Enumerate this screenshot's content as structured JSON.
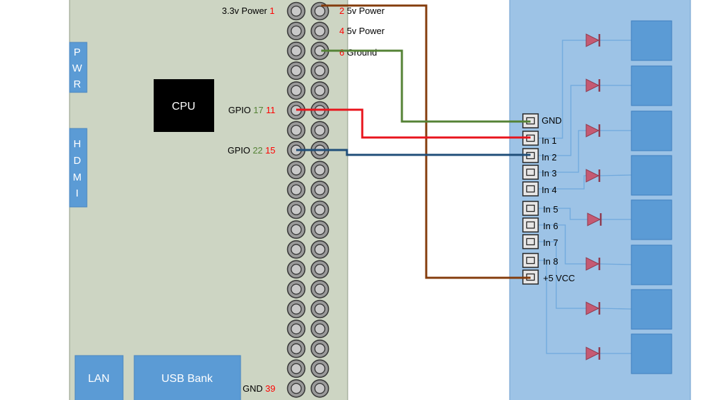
{
  "pi": {
    "pwr_label": [
      "P",
      "W",
      "R"
    ],
    "hdmi_label": [
      "H",
      "D",
      "M",
      "I"
    ],
    "cpu_label": "CPU",
    "lan_label": "LAN",
    "usb_label": "USB Bank"
  },
  "pin_labels": {
    "pin1": {
      "name": "3.3v Power",
      "number": "1"
    },
    "pin2": {
      "number": "2",
      "name": "5v Power"
    },
    "pin4": {
      "number": "4",
      "name": "5v Power"
    },
    "pin6": {
      "number": "6",
      "name": "Ground"
    },
    "pin11": {
      "name": "GPIO",
      "gpio": "17",
      "number": "11"
    },
    "pin15": {
      "name": "GPIO",
      "gpio": "22",
      "number": "15"
    },
    "pin39": {
      "name": "GND",
      "number": "39"
    }
  },
  "relay": {
    "labels": [
      "GND",
      "In 1",
      "In 2",
      "In 3",
      "In 4",
      "In 5",
      "In 6",
      "In 7",
      "In 8",
      "+5 VCC"
    ],
    "channel_count": 8
  },
  "header": {
    "rows": 20
  },
  "wires": [
    {
      "id": "ground",
      "from_pin": 6,
      "to_terminal": "GND",
      "color": "#548235"
    },
    {
      "id": "gpio17",
      "from_pin": 11,
      "to_terminal": "In 1",
      "color": "#e8141c"
    },
    {
      "id": "gpio22",
      "from_pin": 15,
      "to_terminal": "In 2",
      "color": "#1f4e79"
    },
    {
      "id": "power5v",
      "from_pin": 2,
      "to_terminal": "+5 VCC",
      "color": "#843c0c"
    }
  ],
  "colors": {
    "pi_board": "#cdd5c3",
    "relay_board": "#9dc3e6",
    "port_blue": "#5b9bd5",
    "cpu": "#000000",
    "pin_number": "#ff0000",
    "gpio_number": "#548235",
    "diode": "#c55a73",
    "relay_trace": "#6fa8dc"
  }
}
